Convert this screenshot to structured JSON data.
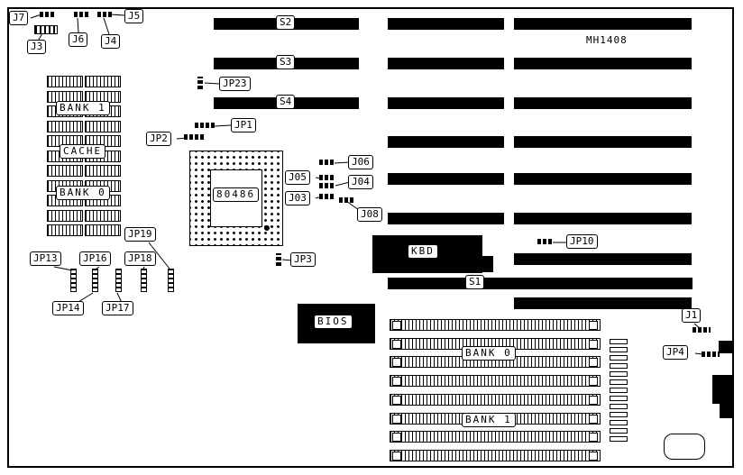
{
  "board": {
    "model": "MH1408"
  },
  "callouts": {
    "j7": "J7",
    "j5": "J5",
    "j6": "J6",
    "j4": "J4",
    "j3": "J3",
    "jp23": "JP23",
    "jp1": "JP1",
    "jp2": "JP2",
    "j06": "J06",
    "j05": "J05",
    "j04": "J04",
    "j03": "J03",
    "j08": "J08",
    "jp19": "JP19",
    "jp18": "JP18",
    "jp16": "JP16",
    "jp13": "JP13",
    "jp14": "JP14",
    "jp17": "JP17",
    "jp3": "JP3",
    "jp10": "JP10",
    "j1": "J1",
    "jp4": "JP4"
  },
  "slots": {
    "s1": "S1",
    "s2": "S2",
    "s3": "S3",
    "s4": "S4"
  },
  "components": {
    "kbd": "KBD",
    "bios": "BIOS",
    "cpu": "80486",
    "cache_bank1": "BANK 1",
    "cache": "CACHE",
    "cache_bank0": "BANK 0",
    "simm_bank0": "BANK 0",
    "simm_bank1": "BANK 1"
  },
  "structure": {
    "cache_chip_count": 22,
    "simm_socket_count": 8,
    "power_pin_count": 13
  }
}
